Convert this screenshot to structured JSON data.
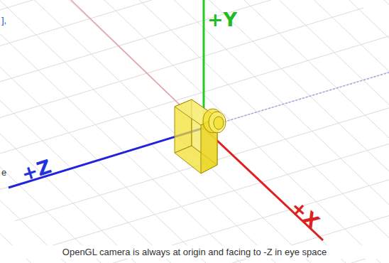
{
  "diagram": {
    "caption": "OpenGL camera is always at origin and facing to -Z in eye space",
    "labels": [
      "+Y",
      "+Z",
      "+X",
      "],",
      "e"
    ]
  }
}
